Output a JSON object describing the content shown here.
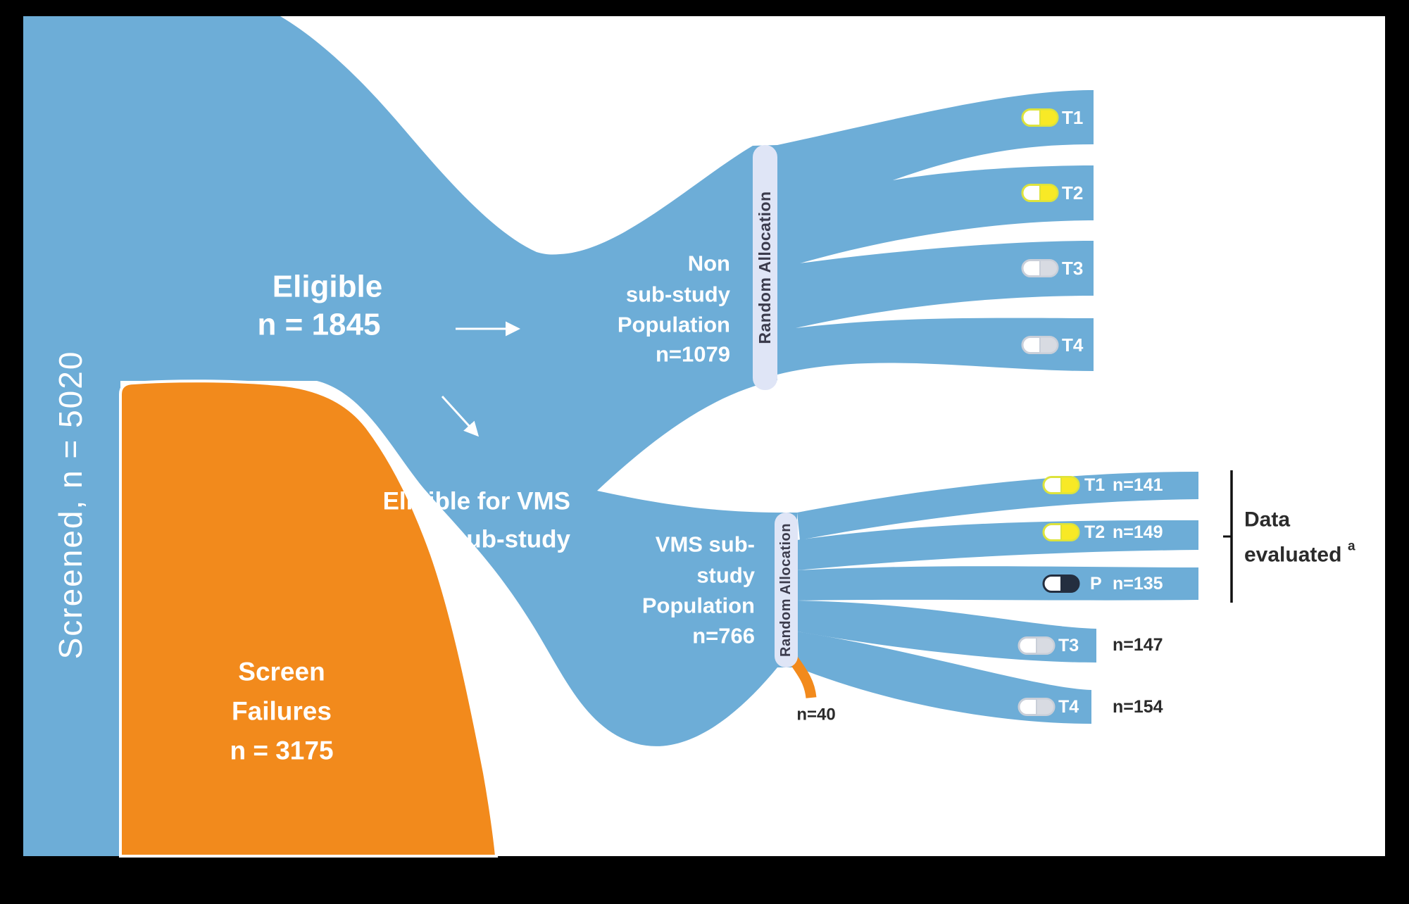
{
  "colors": {
    "flow_blue": "#6dadd7",
    "screen_fail_orange": "#f28a1c",
    "allocation_bar": "#dfe5f6",
    "allocation_text": "#3b3b4c",
    "pill_yellow": "#f8e926",
    "pill_gray": "#d8dbe2",
    "pill_dark": "#242e3f",
    "canvas": "#ffffff"
  },
  "screened": {
    "label": "Screened, n = 5020"
  },
  "eligible": {
    "title": "Eligible",
    "count": "n = 1845"
  },
  "screen_failures": {
    "line1": "Screen",
    "line2": "Failures",
    "line3": "n = 3175"
  },
  "eligible_vms": {
    "line1": "Eligible for VMS",
    "line2": "sub-study"
  },
  "non_substudy": {
    "line1": "Non",
    "line2": "sub-study",
    "line3": "Population",
    "line4": "n=1079"
  },
  "vms_substudy": {
    "line1": "VMS sub-",
    "line2": "study",
    "line3": "Population",
    "line4": "n=766"
  },
  "allocation_top": {
    "label": "Random Allocation"
  },
  "allocation_bottom": {
    "label": "Random Allocation"
  },
  "top_arms": {
    "t1": "T1",
    "t2": "T2",
    "t3": "T3",
    "t4": "T4"
  },
  "vms_arms": {
    "t1": {
      "label": "T1",
      "n": "n=141"
    },
    "t2": {
      "label": "T2",
      "n": "n=149"
    },
    "p": {
      "label": "P",
      "n": "n=135"
    },
    "t3": {
      "label": "T3",
      "n": "n=147"
    },
    "t4": {
      "label": "T4",
      "n": "n=154"
    }
  },
  "dropout": {
    "label": "n=40"
  },
  "evaluated": {
    "line1": "Data",
    "line2": "evaluated",
    "sup": "a"
  }
}
